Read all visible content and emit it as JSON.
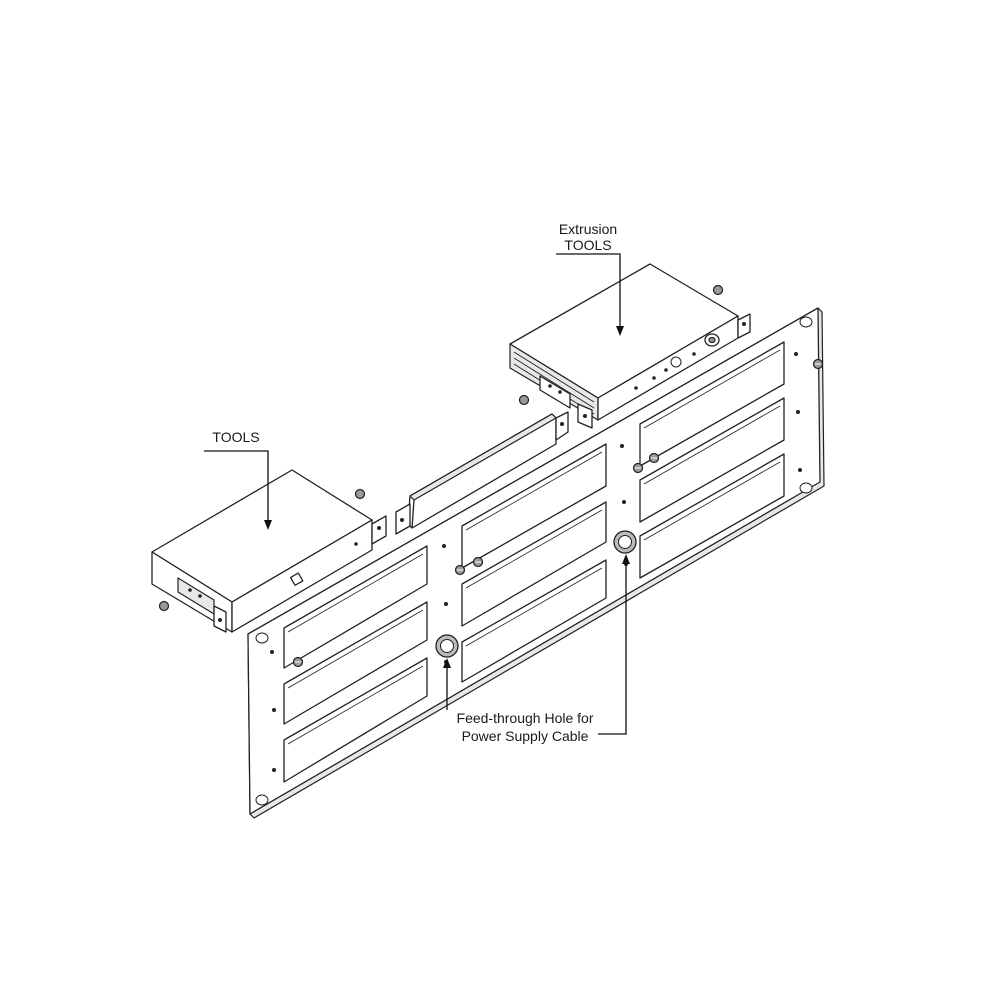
{
  "labels": {
    "extrusion_line1": "Extrusion",
    "extrusion_line2": "TOOLS",
    "left_unit": "TOOLS",
    "feedthrough_line1": "Feed-through Hole for",
    "feedthrough_line2": "Power Supply Cable"
  }
}
